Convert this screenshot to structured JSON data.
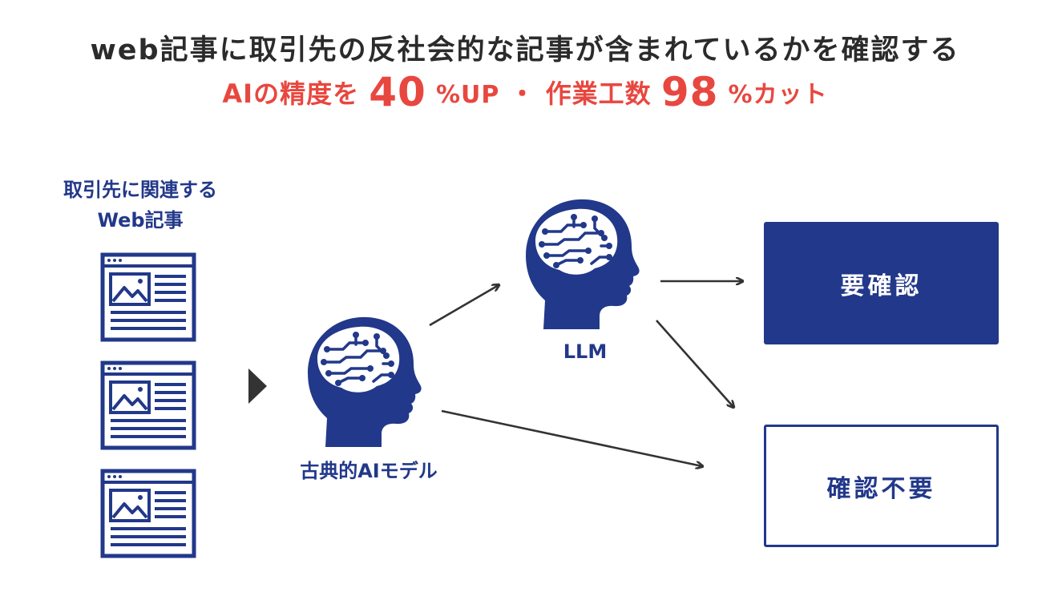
{
  "header": {
    "title": "web記事に取引先の反社会的な記事が含まれているかを確認する",
    "subtitle": {
      "part1": "AIの精度を",
      "value1": "40",
      "unit1": "%UP",
      "separator": "・",
      "part2": "作業工数",
      "value2": "98",
      "unit2": "%カット"
    }
  },
  "diagram": {
    "articles_label_line1": "取引先に関連する",
    "articles_label_line2": "Web記事",
    "classic_model_label": "古典的AIモデル",
    "llm_label": "LLM",
    "needs_check_label": "要確認",
    "no_check_label": "確認不要"
  },
  "colors": {
    "navy": "#22388a",
    "accent_red": "#e8473f",
    "title_dark": "#2b2b2b",
    "arrow": "#333333"
  },
  "icons": [
    "web-article-icon",
    "brain-head-icon",
    "play-triangle-icon",
    "arrow-icon"
  ]
}
